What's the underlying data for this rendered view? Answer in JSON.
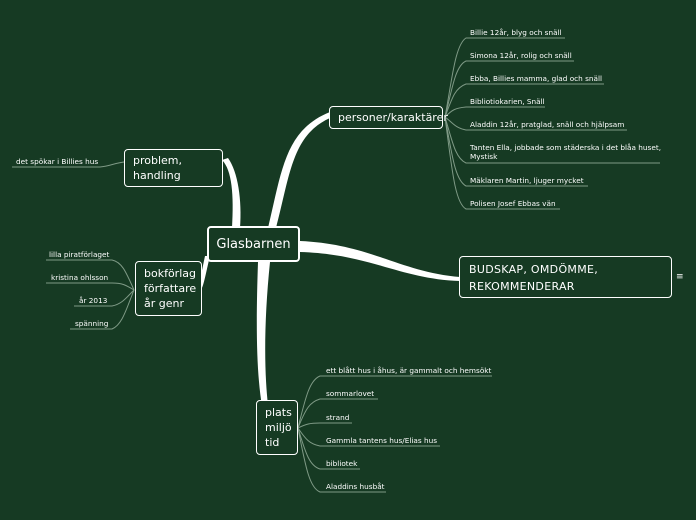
{
  "central": {
    "label": "Glasbarnen"
  },
  "topics": {
    "personer": {
      "label": "personer/karaktärer",
      "items": [
        "Billie 12år, blyg och snäll",
        "Simona 12år, rolig och snäll",
        "Ebba, Billies mamma, glad och snäll",
        "Bibliotiokarien, Snäll",
        "Aladdin 12år, pratglad, snäll och hjälpsam",
        "Tanten Ella, jobbade som städerska i det blåa huset, Mystisk",
        "Mäklaren Martin, ljuger mycket",
        "Polisen Josef Ebbas vän"
      ]
    },
    "problem": {
      "label": "problem, handling",
      "items": [
        "det spökar i Billies hus"
      ]
    },
    "bokforlag": {
      "label_lines": [
        "bokförlag",
        "författare",
        "år genr"
      ],
      "items": [
        "lilla piratförlaget",
        "kristina ohlsson",
        "år 2013",
        "spänning"
      ]
    },
    "budskap": {
      "label_lines": [
        "BUDSKAP, OMDÖMME,",
        "REKOMMENDERAR"
      ],
      "icon": "menu-lines-icon"
    },
    "plats": {
      "label_lines": [
        "plats",
        "miljö",
        "tid"
      ],
      "items": [
        "ett blått hus i åhus, är gammalt och hemsökt",
        "sommarlovet",
        "strand",
        "Gammla tantens hus/Elias hus",
        "bibliotek",
        "Aladdins husbåt"
      ]
    }
  },
  "colors": {
    "background": "#163a23",
    "line": "#ffffff",
    "leaf_underline": "#7f9a86"
  }
}
